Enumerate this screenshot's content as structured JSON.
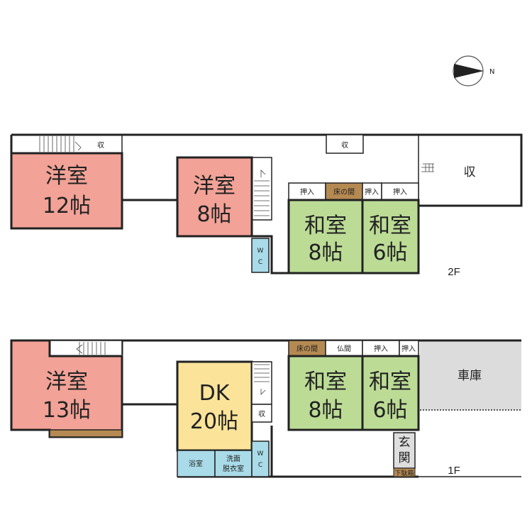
{
  "colors": {
    "western_room": "#f2a297",
    "japanese_room": "#bcdc96",
    "dining_kitchen": "#fbe49a",
    "wet_area": "#a9dbe9",
    "garage": "#dcdcdc",
    "alcove": "#b58a52",
    "entrance": "#dedede",
    "wall": "#222222"
  },
  "compass": {
    "north_label": "N"
  },
  "floor2": {
    "label": "2F",
    "western_12": {
      "line1": "洋室",
      "line2": "12帖"
    },
    "western_8": {
      "line1": "洋室",
      "line2": "8帖"
    },
    "japanese_8": {
      "line1": "和室",
      "line2": "8帖"
    },
    "japanese_6": {
      "line1": "和室",
      "line2": "6帖"
    },
    "storage_top_left": "収",
    "storage_top_mid": "収",
    "storage_right": "収",
    "wc": "W C",
    "closet_1": "押入",
    "alcove": "床の間",
    "closet_2": "押入",
    "closet_3": "押入"
  },
  "floor1": {
    "label": "1F",
    "western_13": {
      "line1": "洋室",
      "line2": "13帖"
    },
    "dk": {
      "line1": "DK",
      "line2": "20帖"
    },
    "japanese_8": {
      "line1": "和室",
      "line2": "8帖"
    },
    "japanese_6": {
      "line1": "和室",
      "line2": "6帖"
    },
    "garage": "車庫",
    "alcove": "床の間",
    "altar": "仏間",
    "closet_1": "押入",
    "closet_2": "押入",
    "storage": "収",
    "bath": "浴室",
    "washroom": {
      "line1": "洗面",
      "line2": "脱衣室"
    },
    "wc": "W C",
    "entrance": {
      "line1": "玄",
      "line2": "関"
    },
    "shoe_box": "下駄箱"
  }
}
